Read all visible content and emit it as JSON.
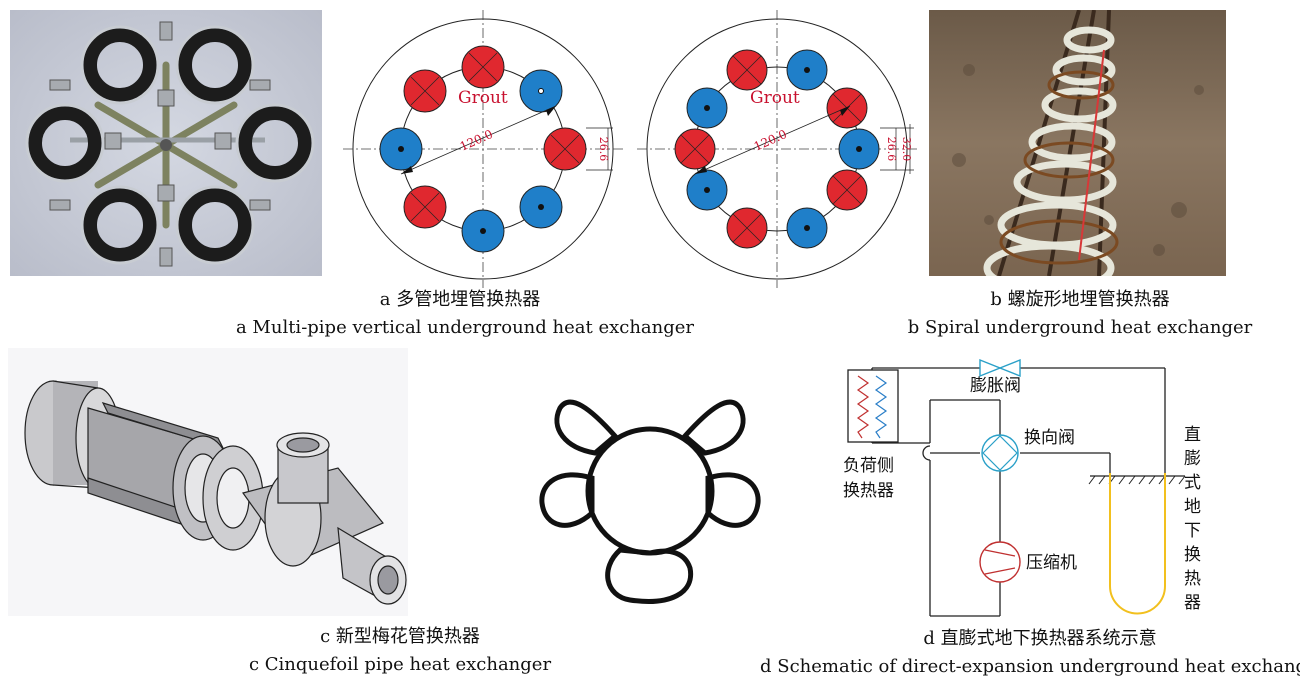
{
  "figure_a": {
    "caption_cn": "a  多管地埋管换热器",
    "caption_en": "a  Multi-pipe vertical underground heat exchanger",
    "diagram1": {
      "label": "Grout",
      "diameter": "120.0",
      "pipe": "26.6"
    },
    "diagram2": {
      "label": "Grout",
      "diameter": "120.0",
      "pipe": "26.6",
      "pitch": "32.0"
    }
  },
  "figure_b": {
    "caption_cn": "b  螺旋形地埋管换热器",
    "caption_en": "b  Spiral underground heat exchanger"
  },
  "figure_c": {
    "caption_cn": "c  新型梅花管换热器",
    "caption_en": "c  Cinquefoil pipe heat exchanger"
  },
  "figure_d": {
    "caption_cn": "d  直膨式地下换热器系统示意",
    "caption_en": "d  Schematic of direct-expansion underground heat exchanger",
    "label_expansion_valve": "膨胀阀",
    "label_reversing_valve": "换向阀",
    "label_load_hx_1": "负荷侧",
    "label_load_hx_2": "换热器",
    "label_compressor": "压缩机",
    "label_vertical": [
      "直",
      "膨",
      "式",
      "地",
      "下",
      "换",
      "热",
      "器"
    ]
  },
  "colors": {
    "hot": "#e0282f",
    "cold": "#1f7fc9",
    "grout_text": "#c8102e",
    "heat_line": "#f2c01e"
  }
}
